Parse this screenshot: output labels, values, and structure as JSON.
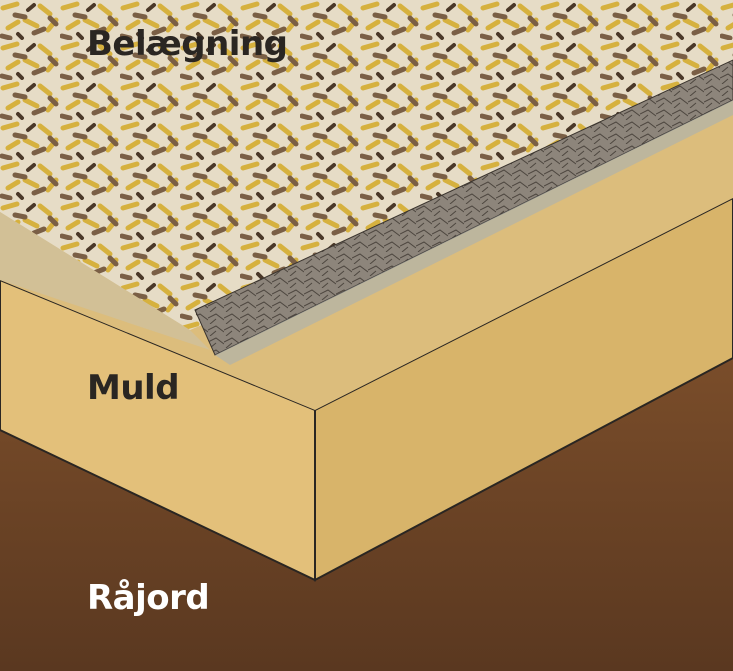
{
  "labels": {
    "surface": "Belægning",
    "topsoil": "Muld",
    "subsoil": "Råjord"
  },
  "colors": {
    "mulch_bg": "#e9e2d2",
    "mulch_yellow": "#d9b444",
    "mulch_brown": "#7a5f45",
    "gravel": "#8a8279",
    "sand_top": "#dcbd7c",
    "sand_left": "#e3c07a",
    "sand_right": "#d8b46a",
    "earth": "#6b4427",
    "label_dark": "#2a2622",
    "label_light": "#ffffff"
  }
}
